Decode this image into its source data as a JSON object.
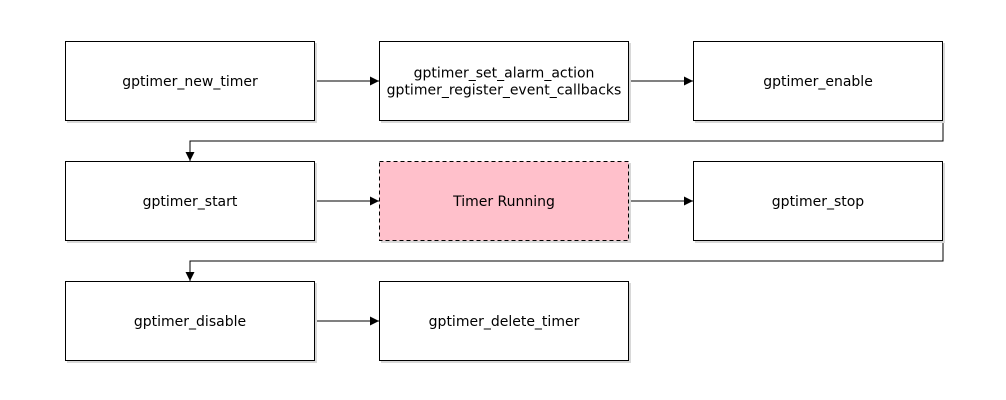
{
  "diagram": {
    "nodes": [
      {
        "id": "n1",
        "lines": [
          "gptimer_new_timer"
        ],
        "highlight": false
      },
      {
        "id": "n2",
        "lines": [
          "gptimer_set_alarm_action",
          "gptimer_register_event_callbacks"
        ],
        "highlight": false
      },
      {
        "id": "n3",
        "lines": [
          "gptimer_enable"
        ],
        "highlight": false
      },
      {
        "id": "n4",
        "lines": [
          "gptimer_start"
        ],
        "highlight": false
      },
      {
        "id": "n5",
        "lines": [
          "Timer Running"
        ],
        "highlight": true
      },
      {
        "id": "n6",
        "lines": [
          "gptimer_stop"
        ],
        "highlight": false
      },
      {
        "id": "n7",
        "lines": [
          "gptimer_disable"
        ],
        "highlight": false
      },
      {
        "id": "n8",
        "lines": [
          "gptimer_delete_timer"
        ],
        "highlight": false
      }
    ],
    "edges": [
      {
        "from": "n1",
        "to": "n2"
      },
      {
        "from": "n2",
        "to": "n3"
      },
      {
        "from": "n3",
        "to": "n4"
      },
      {
        "from": "n4",
        "to": "n5"
      },
      {
        "from": "n5",
        "to": "n6"
      },
      {
        "from": "n6",
        "to": "n7"
      },
      {
        "from": "n7",
        "to": "n8"
      }
    ],
    "colors": {
      "highlight_fill": "#ffc0cb",
      "stroke": "#000000",
      "shadow": "#d8d8d8"
    }
  }
}
